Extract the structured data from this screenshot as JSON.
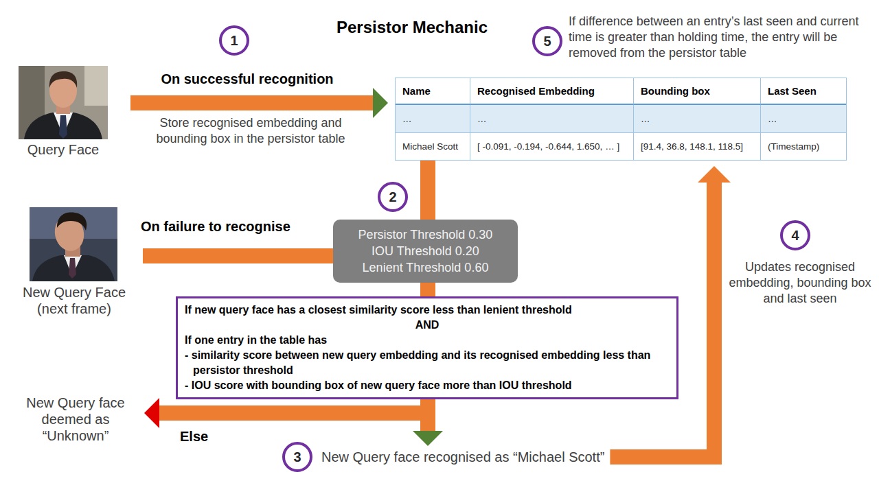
{
  "diagram": {
    "title": "Persistor Mechanic",
    "nodes": [
      {
        "text": [
          "Query Face"
        ]
      },
      {
        "text": [
          "Name",
          "Recognised Embedding",
          "Bounding box",
          "Last Seen",
          "…",
          "…",
          "…",
          "…",
          "Michael Scott",
          "[ -0.091, -0.194, -0.644, 1.650, … ]",
          "[91.4, 36.8, 148.1, 118.5]",
          "(Timestamp)"
        ]
      },
      {
        "text": [
          "New Query Face (next frame)"
        ]
      },
      {
        "text": [
          "Persistor Threshold 0.30",
          "IOU Threshold 0.20",
          "Lenient Threshold 0.60"
        ]
      },
      {
        "text": [
          "If new query face has a closest similarity score less than lenient threshold",
          "AND",
          "If one entry in the table has",
          "- similarity score between new query embedding and its recognised embedding less than persistor threshold",
          "- IOU score with bounding box of new query face more than IOU threshold"
        ]
      },
      {
        "text": [
          "New Query face deemed as “Unknown”"
        ]
      },
      {
        "text": [
          "New Query face recognised as “Michael Scott”"
        ]
      }
    ],
    "edges": [
      {
        "from": 0,
        "to": 1,
        "arrow": "to",
        "label": "On successful recognition"
      },
      {
        "from": 1,
        "to": 3,
        "arrow": "none"
      },
      {
        "from": 2,
        "to": 3,
        "arrow": "none",
        "label": "On failure to recognise"
      },
      {
        "from": 3,
        "to": 4,
        "arrow": "none"
      },
      {
        "from": 4,
        "to": 5,
        "arrow": "to",
        "label": "Else"
      },
      {
        "from": 4,
        "to": 6,
        "arrow": "to"
      },
      {
        "from": 6,
        "to": 1,
        "arrow": "to"
      }
    ],
    "labels": [
      "1",
      "Store recognised embedding and bounding box in the persistor table",
      "5",
      "If difference between an entry’s last seen and current time is greater than holding time, the entry will be removed from the persistor table",
      "2",
      "4",
      "Updates recognised embedding, bounding box and last seen",
      "3"
    ]
  }
}
